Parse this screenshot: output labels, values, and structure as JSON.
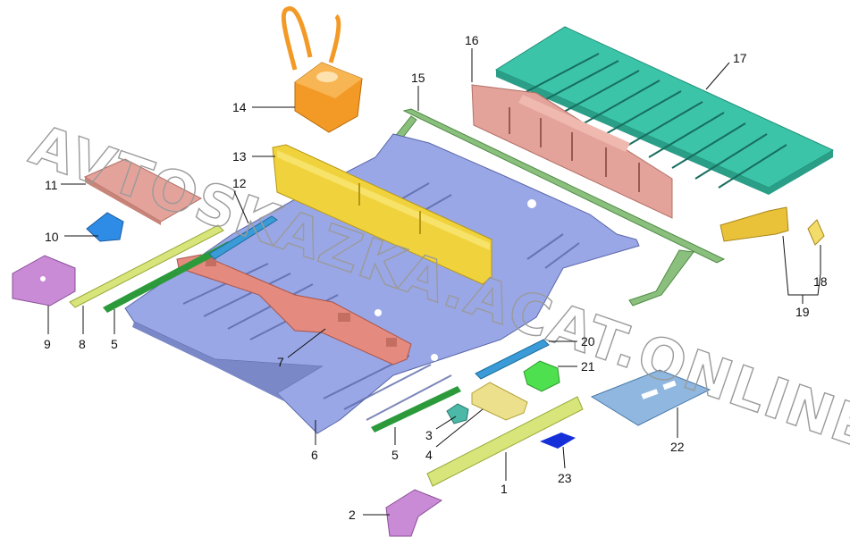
{
  "watermark": "AVTOSKAZKA.ACAT.ONLINE",
  "colors": {
    "floor_panel": "#9aa7e6",
    "rear_panel": "#3cc4a8",
    "front_panel": "#e3a39a",
    "tunnel_beam": "#f0d23c",
    "rails": "#8bbf7e",
    "stiffener": "#2c9a3a",
    "lime_strip": "#d7e57a",
    "purple_bracket": "#c98ad6",
    "orange_bracket": "#f39a26",
    "blue_bracket": "#2f8ce6",
    "light_blue_plate": "#8fb7e0",
    "green_clip": "#4fe04f",
    "navy_pad": "#1530d8"
  },
  "parts": [
    {
      "id": "1",
      "name": "lime side strip"
    },
    {
      "id": "2",
      "name": "purple bracket (front)"
    },
    {
      "id": "3",
      "name": "small teal clip"
    },
    {
      "id": "4",
      "name": "yellow block"
    },
    {
      "id": "5",
      "name": "green stiffener"
    },
    {
      "id": "6",
      "name": "front floor panel"
    },
    {
      "id": "7",
      "name": "cross member"
    },
    {
      "id": "8",
      "name": "lime side strip (left)"
    },
    {
      "id": "9",
      "name": "purple bracket"
    },
    {
      "id": "10",
      "name": "blue bracket"
    },
    {
      "id": "11",
      "name": "pink front panel"
    },
    {
      "id": "12",
      "name": "blue rail"
    },
    {
      "id": "13",
      "name": "yellow tunnel beam"
    },
    {
      "id": "14",
      "name": "orange mount with handle"
    },
    {
      "id": "15",
      "name": "green side rail"
    },
    {
      "id": "16",
      "name": "pink rear panel"
    },
    {
      "id": "17",
      "name": "teal rear floor"
    },
    {
      "id": "18",
      "name": "small yellow bracket"
    },
    {
      "id": "19",
      "name": "yellow bracket pair"
    },
    {
      "id": "20",
      "name": "blue rail (right)"
    },
    {
      "id": "21",
      "name": "green clip"
    },
    {
      "id": "22",
      "name": "light blue plate"
    },
    {
      "id": "23",
      "name": "navy pad"
    }
  ]
}
